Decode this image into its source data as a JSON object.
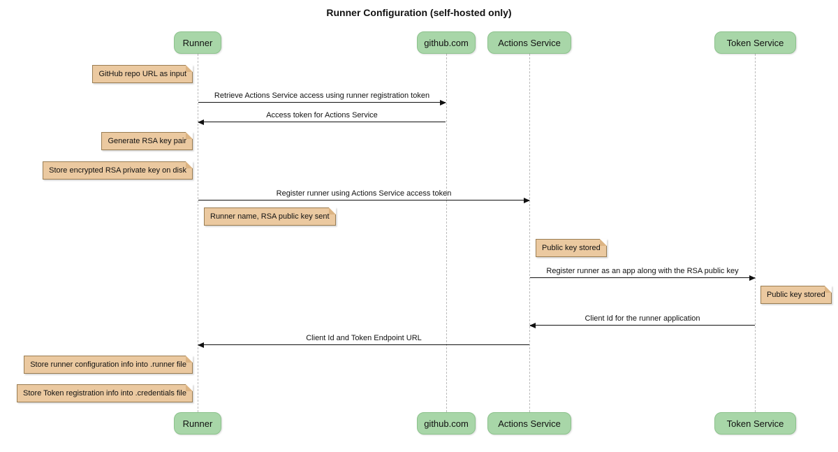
{
  "title": "Runner Configuration (self-hosted only)",
  "diagram_type": "sequence",
  "participants": [
    {
      "label": "Runner"
    },
    {
      "label": "github.com"
    },
    {
      "label": "Actions Service"
    },
    {
      "label": "Token Service"
    }
  ],
  "messages": [
    {
      "label": "Retrieve Actions Service access using runner registration token",
      "from": "Runner",
      "to": "github.com"
    },
    {
      "label": "Access token for Actions Service",
      "from": "github.com",
      "to": "Runner"
    },
    {
      "label": "Register runner using Actions Service access token",
      "from": "Runner",
      "to": "Actions Service"
    },
    {
      "label": "Register runner as an app along with the RSA public key",
      "from": "Actions Service",
      "to": "Token Service"
    },
    {
      "label": "Client Id for the runner application",
      "from": "Token Service",
      "to": "Actions Service"
    },
    {
      "label": "Client Id and Token Endpoint URL",
      "from": "Actions Service",
      "to": "Runner"
    }
  ],
  "notes": [
    {
      "text": "GitHub repo URL as input",
      "anchor": "Runner",
      "side": "left"
    },
    {
      "text": "Generate RSA key pair",
      "anchor": "Runner",
      "side": "left"
    },
    {
      "text": "Store encrypted RSA private key on disk",
      "anchor": "Runner",
      "side": "left"
    },
    {
      "text": "Runner name, RSA public key sent",
      "anchor": "Runner",
      "side": "right"
    },
    {
      "text": "Public key stored",
      "anchor": "Actions Service",
      "side": "right"
    },
    {
      "text": "Public key stored",
      "anchor": "Token Service",
      "side": "right"
    },
    {
      "text": "Store runner configuration info into .runner file",
      "anchor": "Runner",
      "side": "left"
    },
    {
      "text": "Store Token registration info into .credentials file",
      "anchor": "Runner",
      "side": "left"
    }
  ],
  "colors": {
    "participant_fill": "#A8D6A8",
    "participant_border": "#8CC28C",
    "note_fill": "#EBC9A0",
    "note_border": "#9A7D52",
    "note_flap": "#DCB483",
    "lifeline": "#BBBBBB",
    "arrow": "#111111",
    "background": "#FFFFFF"
  }
}
